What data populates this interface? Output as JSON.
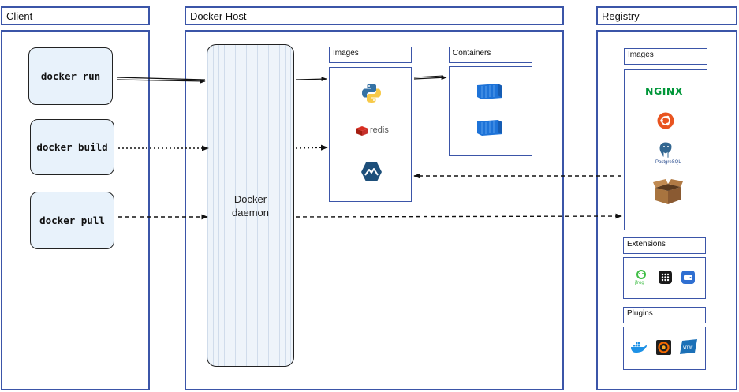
{
  "client": {
    "title": "Client",
    "commands": [
      "docker run",
      "docker build",
      "docker pull"
    ]
  },
  "host": {
    "title": "Docker Host",
    "daemon_label": "Docker daemon",
    "images_label": "Images",
    "containers_label": "Containers",
    "images": [
      {
        "name": "python",
        "icon": "python-icon"
      },
      {
        "name": "redis",
        "icon": "redis-icon",
        "text": "redis"
      },
      {
        "name": "alpine",
        "icon": "alpine-icon"
      }
    ],
    "containers": [
      {
        "icon": "container-icon"
      },
      {
        "icon": "container-icon"
      }
    ]
  },
  "registry": {
    "title": "Registry",
    "images_label": "Images",
    "extensions_label": "Extensions",
    "plugins_label": "Plugins",
    "images": [
      {
        "name": "nginx",
        "icon": "nginx-logo",
        "text": "NGINX"
      },
      {
        "name": "ubuntu",
        "icon": "ubuntu-icon"
      },
      {
        "name": "postgresql",
        "icon": "postgresql-icon",
        "text": "PostgreSQL"
      },
      {
        "name": "box",
        "icon": "package-box-icon"
      }
    ],
    "extensions": [
      {
        "icon": "jfrog-icon",
        "text": "jfrog"
      },
      {
        "icon": "grid-app-icon"
      },
      {
        "icon": "disk-icon"
      }
    ],
    "plugins": [
      {
        "icon": "docker-whale-icon"
      },
      {
        "icon": "grafana-icon"
      },
      {
        "icon": "vmware-icon",
        "text": "vmw"
      }
    ]
  },
  "colors": {
    "border": "#3b55a8",
    "python_blue": "#3572a5",
    "python_yellow": "#f7c948",
    "redis_red": "#c6302b",
    "container_blue": "#1e73d8",
    "nginx_green": "#009639",
    "ubuntu_orange": "#e95420",
    "postgres_blue": "#336791",
    "box_brown": "#8a5a32"
  }
}
